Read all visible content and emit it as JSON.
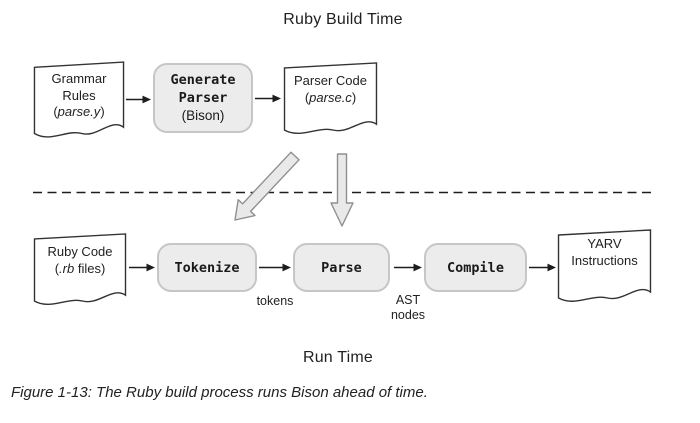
{
  "header": {
    "title": "Ruby Build Time"
  },
  "build_time": {
    "grammar_doc": {
      "line1": "Grammar",
      "line2": "Rules",
      "paren_open": "(",
      "file": "parse.y",
      "paren_close": ")"
    },
    "generate_box": {
      "line1": "Generate",
      "line2": "Parser",
      "note": "(Bison)"
    },
    "parser_doc": {
      "line1": "Parser Code",
      "paren_open": "(",
      "file": "parse.c",
      "paren_close": ")"
    }
  },
  "run_time": {
    "ruby_doc": {
      "line1": "Ruby Code",
      "paren_open": "(",
      "file": ".rb",
      "rest": " files)"
    },
    "tokenize_label": "Tokenize",
    "parse_label": "Parse",
    "compile_label": "Compile",
    "tokens_label": "tokens",
    "ast_line1": "AST",
    "ast_line2": "nodes",
    "yarv_doc": {
      "line1": "YARV",
      "line2": "Instructions"
    }
  },
  "footer": {
    "subtitle": "Run Time",
    "caption": "Figure 1-13: The Ruby build process runs Bison ahead of time."
  },
  "colors": {
    "box_fill": "#ececec",
    "box_border": "#c6c6c6",
    "block_arrow_fill": "#e9e9e9",
    "block_arrow_stroke": "#8f8f8f",
    "line_color": "#1d1d1d"
  }
}
